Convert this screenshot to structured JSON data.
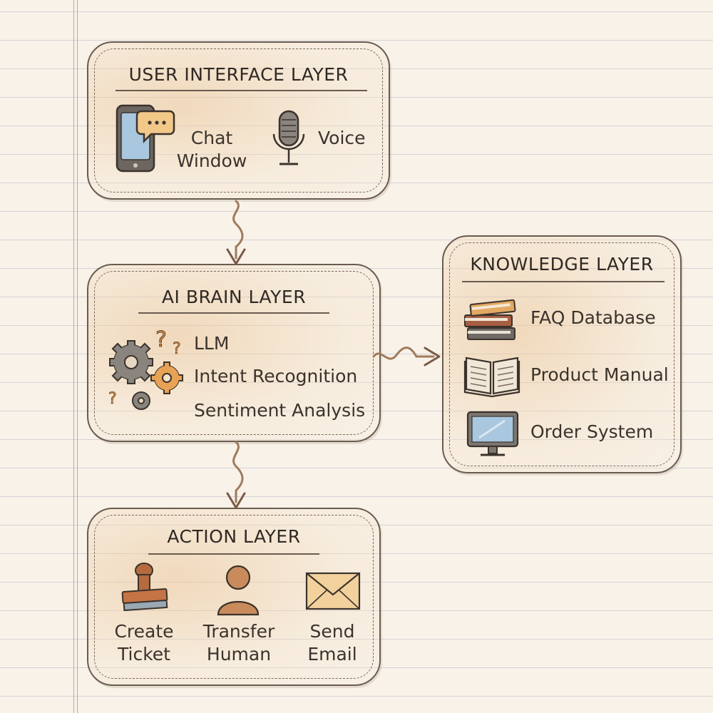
{
  "layers": {
    "ui": {
      "title": "USER INTERFACE LAYER",
      "items": [
        {
          "label_line1": "Chat",
          "label_line2": "Window",
          "icon": "phone-chat-icon"
        },
        {
          "label": "Voice",
          "icon": "microphone-icon"
        }
      ]
    },
    "brain": {
      "title": "AI BRAIN LAYER",
      "icon": "gears-question-icon",
      "items": [
        "LLM",
        "Intent Recognition",
        "Sentiment Analysis"
      ]
    },
    "knowledge": {
      "title": "KNOWLEDGE LAYER",
      "items": [
        {
          "label": "FAQ Database",
          "icon": "books-stack-icon"
        },
        {
          "label": "Product Manual",
          "icon": "open-book-icon"
        },
        {
          "label": "Order System",
          "icon": "monitor-icon"
        }
      ]
    },
    "action": {
      "title": "ACTION LAYER",
      "items": [
        {
          "label_line1": "Create",
          "label_line2": "Ticket",
          "icon": "stamp-icon"
        },
        {
          "label_line1": "Transfer",
          "label_line2": "Human",
          "icon": "person-icon"
        },
        {
          "label_line1": "Send",
          "label_line2": "Email",
          "icon": "envelope-icon"
        }
      ]
    }
  },
  "colors": {
    "ink": "#3b332c",
    "box_fill": "#f1d9b8",
    "arrow": "#a07a5c",
    "paper": "#f8f2e9"
  }
}
